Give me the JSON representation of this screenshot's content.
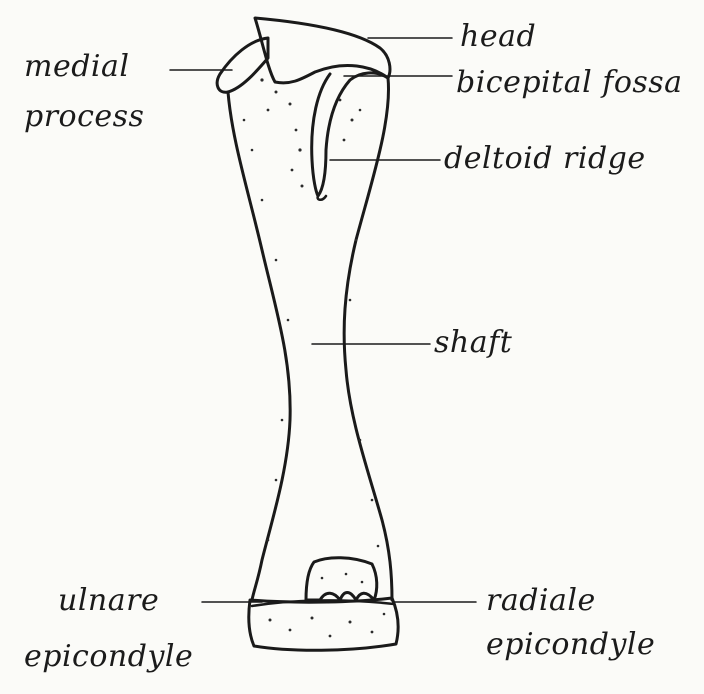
{
  "labels": {
    "head": "head",
    "bicipital_fossa": "bicepital fossa",
    "deltoid_ridge": "deltoid ridge",
    "shaft": "shaft",
    "medial_process_line1": "medial",
    "medial_process_line2": "process",
    "ulnare_line1": "ulnare",
    "ulnare_line2": "epicondyle",
    "radiale_line1": "radiale",
    "radiale_line2": "epicondyle"
  }
}
